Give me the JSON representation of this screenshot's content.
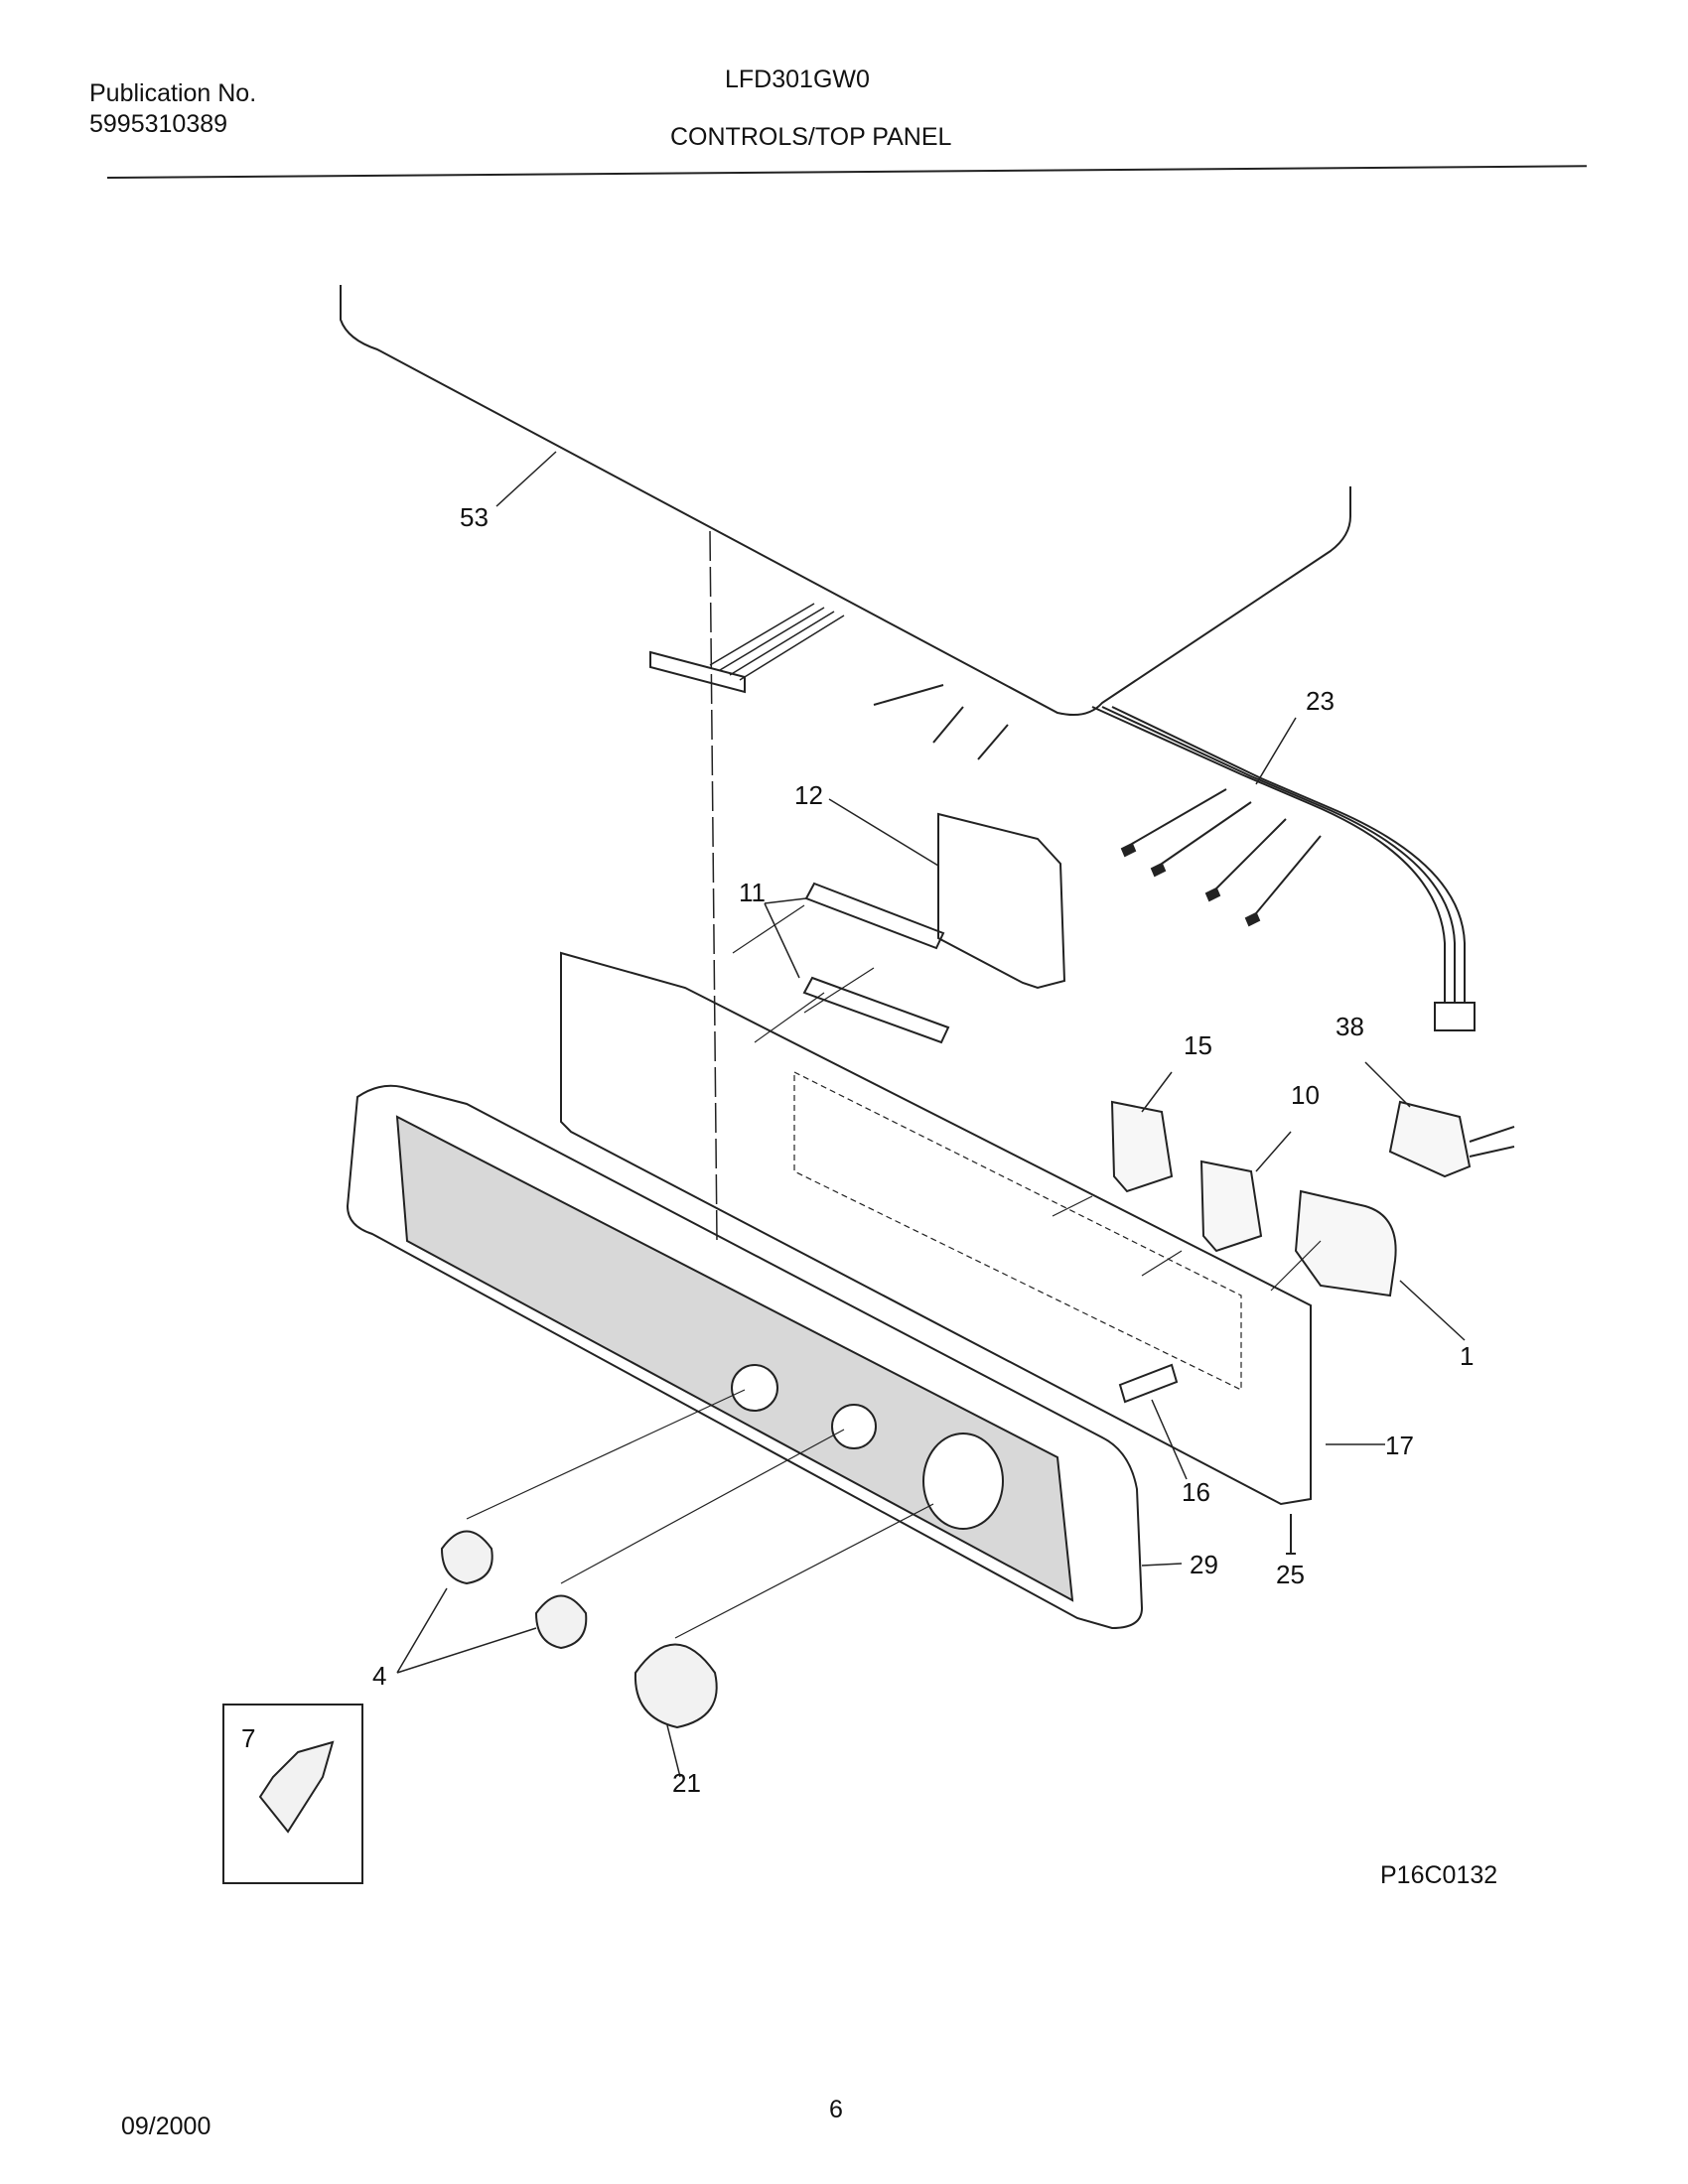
{
  "header": {
    "publication_label": "Publication No.",
    "publication_number": "5995310389",
    "model": "LFD301GW0",
    "section_title": "CONTROLS/TOP PANEL"
  },
  "diagram": {
    "callouts": [
      "53",
      "23",
      "12",
      "11",
      "15",
      "10",
      "38",
      "1",
      "17",
      "16",
      "29",
      "25",
      "4",
      "21",
      "7"
    ],
    "figure_code": "P16C0132"
  },
  "footer": {
    "date": "09/2000",
    "page_number": "6"
  }
}
